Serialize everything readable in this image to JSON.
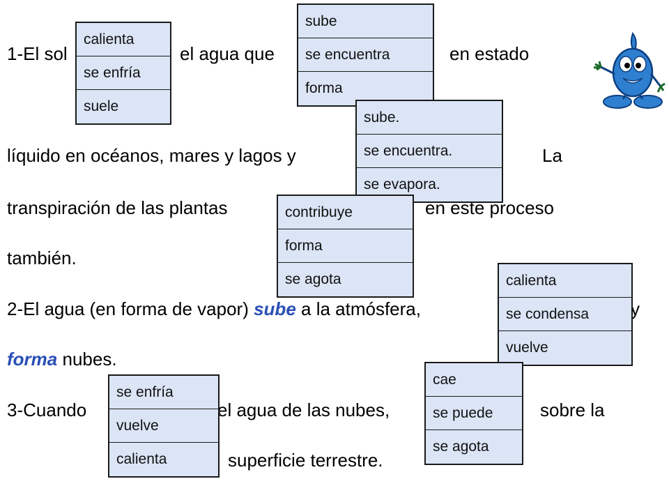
{
  "lines": {
    "l1a": "1-El sol",
    "l1b": "el agua que",
    "l1c": "en estado",
    "l2a": "líquido en océanos, mares y lagos y",
    "l2b": "La",
    "l3a": "transpiración de las plantas",
    "l3b": "en este proceso",
    "l4": "también.",
    "l5a": "2-El agua (en forma de vapor)",
    "l5_sube": "sube",
    "l5b": "a la atmósfera,",
    "l5c": "y",
    "l6_forma": "forma",
    "l6b": "nubes.",
    "l7a": "3-Cuando",
    "l7b": "el agua de las nubes,",
    "l7c": "sobre la",
    "l8": "superficie terrestre."
  },
  "dropdowns": {
    "d1": [
      "calienta",
      "se enfría",
      "suele"
    ],
    "d2": [
      "sube",
      "se encuentra",
      "forma"
    ],
    "d3": [
      "sube.",
      "se encuentra.",
      "se evapora."
    ],
    "d4": [
      "contribuye",
      "forma",
      "se agota"
    ],
    "d5": [
      "calienta",
      "se condensa",
      "vuelve"
    ],
    "d6": [
      "se enfría",
      "vuelve",
      "calienta"
    ],
    "d7": [
      "cae",
      "se puede",
      "se agota"
    ]
  },
  "colors": {
    "highlight": "#2a4fb5",
    "dropdown_bg": "#dbe5f6",
    "mascot": "#2f7fd0"
  }
}
